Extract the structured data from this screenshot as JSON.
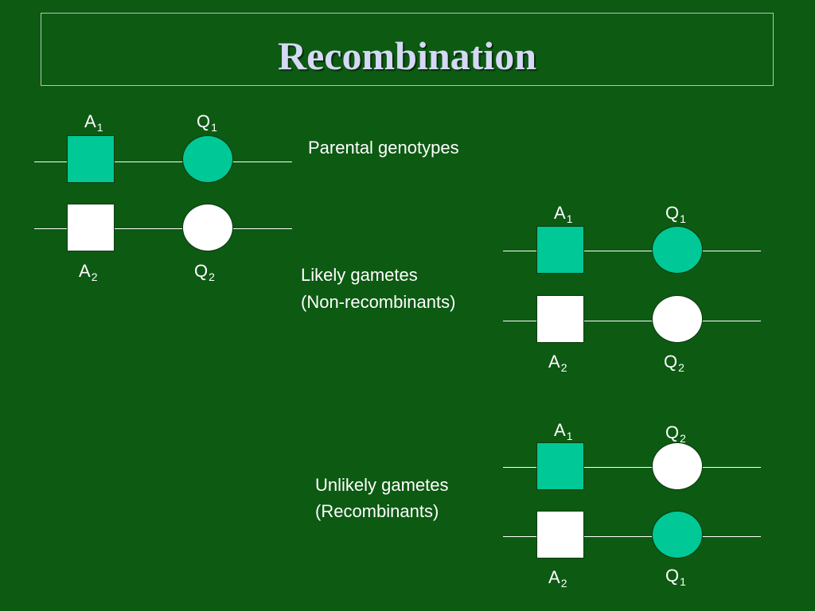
{
  "title": "Recombination",
  "groups": {
    "parental": {
      "caption": "Parental genotypes",
      "top_left_label": {
        "letter": "A",
        "sub": "1"
      },
      "top_right_label": {
        "letter": "Q",
        "sub": "1"
      },
      "bottom_left_label": {
        "letter": "A",
        "sub": "2"
      },
      "bottom_right_label": {
        "letter": "Q",
        "sub": "2"
      }
    },
    "likely": {
      "caption_line1": "Likely gametes",
      "caption_line2": "(Non-recombinants)",
      "top_left_label": {
        "letter": "A",
        "sub": "1"
      },
      "top_right_label": {
        "letter": "Q",
        "sub": "1"
      },
      "bottom_left_label": {
        "letter": "A",
        "sub": "2"
      },
      "bottom_right_label": {
        "letter": "Q",
        "sub": "2"
      }
    },
    "unlikely": {
      "caption_line1": "Unlikely gametes",
      "caption_line2": "(Recombinants)",
      "top_left_label": {
        "letter": "A",
        "sub": "1"
      },
      "top_right_label": {
        "letter": "Q",
        "sub": "2"
      },
      "bottom_left_label": {
        "letter": "A",
        "sub": "2"
      },
      "bottom_right_label": {
        "letter": "Q",
        "sub": "1"
      }
    }
  },
  "colors": {
    "background": "#0d5a13",
    "filled_allele": "#00c896",
    "empty_allele": "#ffffff"
  }
}
